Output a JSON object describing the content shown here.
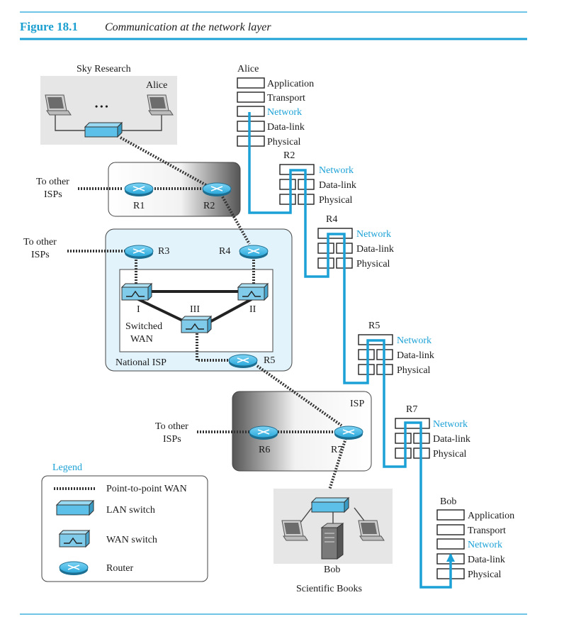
{
  "figure": {
    "number": "Figure 18.1",
    "caption": "Communication at the network layer",
    "accent_color": "#1ba1d6"
  },
  "sites": {
    "sky_research": "Sky Research",
    "alice_host": "Alice",
    "ellipsis": "• • •",
    "national_isp": "National ISP",
    "switched_wan_1": "Switched",
    "switched_wan_2": "WAN",
    "isp": "ISP",
    "bob_host": "Bob",
    "scientific_books": "Scientific Books"
  },
  "to_other_isps": {
    "line1": "To other",
    "line2": "ISPs"
  },
  "routers": {
    "r1": "R1",
    "r2": "R2",
    "r3": "R3",
    "r4": "R4",
    "r5": "R5",
    "r6": "R6",
    "r7": "R7"
  },
  "wan_switches": {
    "i": "I",
    "ii": "II",
    "iii": "III"
  },
  "stacks": {
    "alice": {
      "title": "Alice",
      "layers": [
        "Application",
        "Transport",
        "Network",
        "Data-link",
        "Physical"
      ]
    },
    "r2": {
      "title": "R2",
      "layers": [
        "Network",
        "Data-link",
        "Physical"
      ]
    },
    "r4": {
      "title": "R4",
      "layers": [
        "Network",
        "Data-link",
        "Physical"
      ]
    },
    "r5": {
      "title": "R5",
      "layers": [
        "Network",
        "Data-link",
        "Physical"
      ]
    },
    "r7": {
      "title": "R7",
      "layers": [
        "Network",
        "Data-link",
        "Physical"
      ]
    },
    "bob": {
      "title": "Bob",
      "layers": [
        "Application",
        "Transport",
        "Network",
        "Data-link",
        "Physical"
      ]
    }
  },
  "legend": {
    "title": "Legend",
    "items": [
      "Point-to-point WAN",
      "LAN switch",
      "WAN switch",
      "Router"
    ]
  }
}
